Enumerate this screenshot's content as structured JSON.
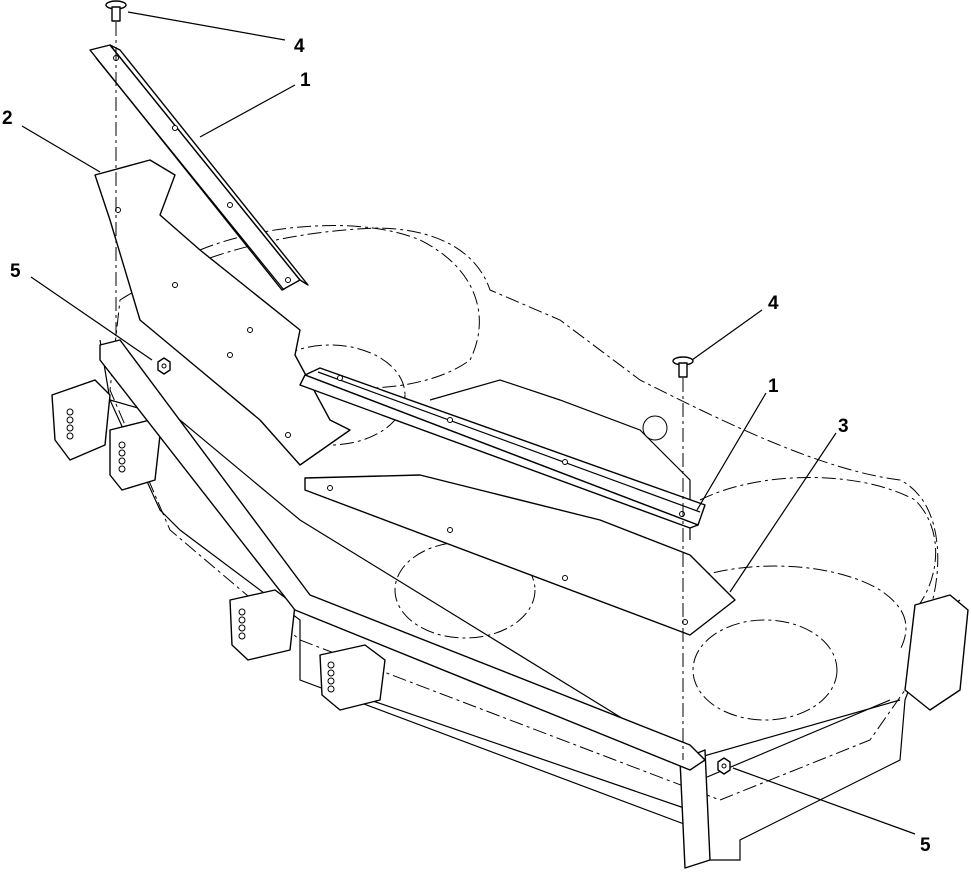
{
  "callouts": [
    {
      "id": "c4a",
      "label": "4"
    },
    {
      "id": "c1a",
      "label": "1"
    },
    {
      "id": "c2",
      "label": "2"
    },
    {
      "id": "c5a",
      "label": "5"
    },
    {
      "id": "c4b",
      "label": "4"
    },
    {
      "id": "c1b",
      "label": "1"
    },
    {
      "id": "c3",
      "label": "3"
    },
    {
      "id": "c5b",
      "label": "5"
    }
  ]
}
